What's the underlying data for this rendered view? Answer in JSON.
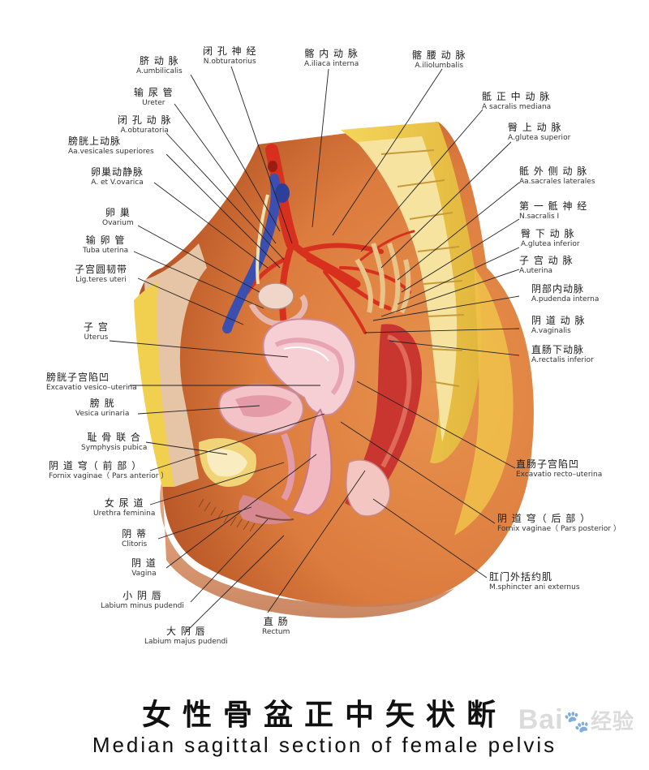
{
  "title": {
    "zh": "女性骨盆正中矢状断",
    "en": "Median sagittal section of female pelvis"
  },
  "watermark": {
    "text": "Bai",
    "paw": "🐾",
    "suffix": "经验"
  },
  "colors": {
    "skin": "#e08a4c",
    "skin_dark": "#c4622e",
    "bone": "#f2d055",
    "bone_inner": "#f7e8a8",
    "artery": "#d8301e",
    "vein": "#3a4fb0",
    "organ_pink": "#f3c3c8",
    "organ_pink_dark": "#d9879a",
    "rectum_red": "#c93630",
    "tissue_pale": "#e8ded8",
    "line": "#222222"
  },
  "labels": {
    "umbilicalis": {
      "zh": "脐 动 脉",
      "la": "A.umbilicalis"
    },
    "obturatorius": {
      "zh": "闭 孔 神 经",
      "la": "N.obturatorius"
    },
    "iliaca": {
      "zh": "髂 内 动 脉",
      "la": "A.iliaca  interna"
    },
    "iliolumbalis": {
      "zh": "髂 腰 动 脉",
      "la": "A.iliolumbalis"
    },
    "ureter": {
      "zh": "输 尿 管",
      "la": "Ureter"
    },
    "sacralis_med": {
      "zh": "骶 正 中 动 脉",
      "la": "A  sacralis  mediana"
    },
    "obturatoria": {
      "zh": "闭 孔 动 脉",
      "la": "A.obturatoria"
    },
    "vesicales": {
      "zh": "膀胱上动脉",
      "la": "Aa.vesicales  superiores"
    },
    "glutea_sup": {
      "zh": "臀 上 动 脉",
      "la": "A.glutea  superior"
    },
    "ovarica": {
      "zh": "卵巢动静脉",
      "la": "A.  et V.ovarica"
    },
    "sacrales_lat": {
      "zh": "骶 外 侧 动 脉",
      "la": "Aa.sacrales  laterales"
    },
    "ovarium": {
      "zh": "卵    巢",
      "la": "Ovarium"
    },
    "sacralis_n": {
      "zh": "第 一 骶 神 经",
      "la": "N.sacralis  Ⅰ"
    },
    "tuba": {
      "zh": "输 卵 管",
      "la": "Tuba  uterina"
    },
    "glutea_inf": {
      "zh": "臀 下 动 脉",
      "la": "A.glutea  inferior"
    },
    "teres": {
      "zh": "子宫圆韧带",
      "la": "Lig.teres  uteri"
    },
    "a_uterina": {
      "zh": "子 宫 动 脉",
      "la": "A.uterina"
    },
    "pudenda": {
      "zh": "阴部内动脉",
      "la": "A.pudenda  interna"
    },
    "uterus": {
      "zh": "子    宫",
      "la": "Uterus"
    },
    "vaginalis": {
      "zh": "阴 道 动 脉",
      "la": "A.vaginalis"
    },
    "rectalis": {
      "zh": "直肠下动脉",
      "la": "A.rectalis  inferior"
    },
    "vesico": {
      "zh": "膀胱子宫陷凹",
      "la": "Excavatio  vesico–uterina"
    },
    "vesica": {
      "zh": "膀    胱",
      "la": "Vesica  urinaria"
    },
    "symphysis": {
      "zh": "耻 骨 联 合",
      "la": "Symphysis  pubica"
    },
    "recto": {
      "zh": "直肠子宫陷凹",
      "la": "Excavatio  recto–uterina"
    },
    "fornix_ant": {
      "zh": "阴 道 穹（ 前 部 ）",
      "la": "Fornix  vaginae（ Pars  anterior ）"
    },
    "urethra": {
      "zh": "女 尿 道",
      "la": "Urethra  feminina"
    },
    "fornix_post": {
      "zh": "阴 道 穹（ 后 部 ）",
      "la": "Fornix  vaginae（ Pars  posterior ）"
    },
    "clitoris": {
      "zh": "阴    蒂",
      "la": "Clitoris"
    },
    "vagina": {
      "zh": "阴    道",
      "la": "Vagina"
    },
    "sphincter": {
      "zh": "肛门外括约肌",
      "la": "M.sphincter  ani  externus"
    },
    "minus": {
      "zh": "小 阴 唇",
      "la": "Labium  minus  pudendi"
    },
    "majus": {
      "zh": "大 阴 唇",
      "la": "Labium  majus  pudendi"
    },
    "rectum": {
      "zh": "直    肠",
      "la": "Rectum"
    }
  }
}
